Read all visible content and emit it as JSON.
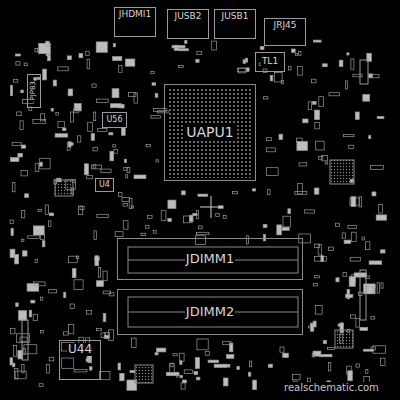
{
  "diagram": {
    "nodes": [
      {
        "text": [
          "JHDMI1"
        ]
      },
      {
        "text": [
          "JUSB2"
        ]
      },
      {
        "text": [
          "JUSB1"
        ]
      },
      {
        "text": [
          "JRJ45"
        ]
      },
      {
        "text": [
          "PJP83"
        ]
      },
      {
        "text": [
          "TL1"
        ]
      },
      {
        "text": [
          "UAPU1"
        ]
      },
      {
        "text": [
          "U56"
        ]
      },
      {
        "text": [
          "U4"
        ]
      },
      {
        "text": [
          "JDIMM1"
        ]
      },
      {
        "text": [
          "JDIMM2"
        ]
      },
      {
        "text": [
          "U44"
        ]
      }
    ],
    "labels": [
      "realschematic.com"
    ]
  }
}
